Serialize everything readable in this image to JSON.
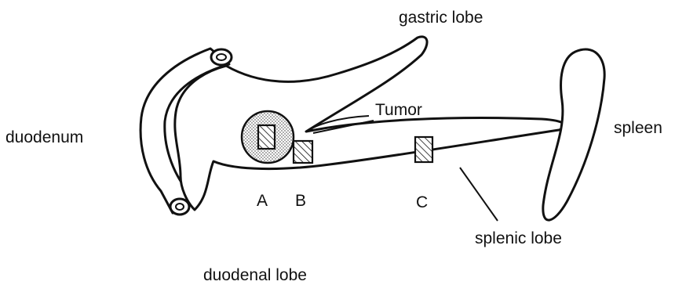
{
  "labels": {
    "gastric_lobe": "gastric lobe",
    "duodenum": "duodenum",
    "spleen": "spleen",
    "tumor": "Tumor",
    "splenic_lobe": "splenic lobe",
    "duodenal_lobe": "duodenal lobe",
    "site_a": "A",
    "site_b": "B",
    "site_c": "C"
  },
  "colors": {
    "line": "#111111",
    "background": "#ffffff"
  }
}
